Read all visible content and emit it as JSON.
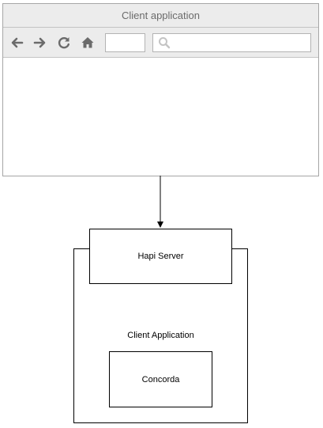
{
  "browser": {
    "title": "Client application",
    "icons": [
      "arrow-left-icon",
      "arrow-right-icon",
      "refresh-icon",
      "home-icon",
      "search-icon"
    ],
    "chrome_color": "#ececec",
    "border_color": "#a6a6a6"
  },
  "diagram": {
    "hapi_server_label": "Hapi Server",
    "client_application_label": "Client Application",
    "concorda_label": "Concorda",
    "line_color": "#000000"
  }
}
